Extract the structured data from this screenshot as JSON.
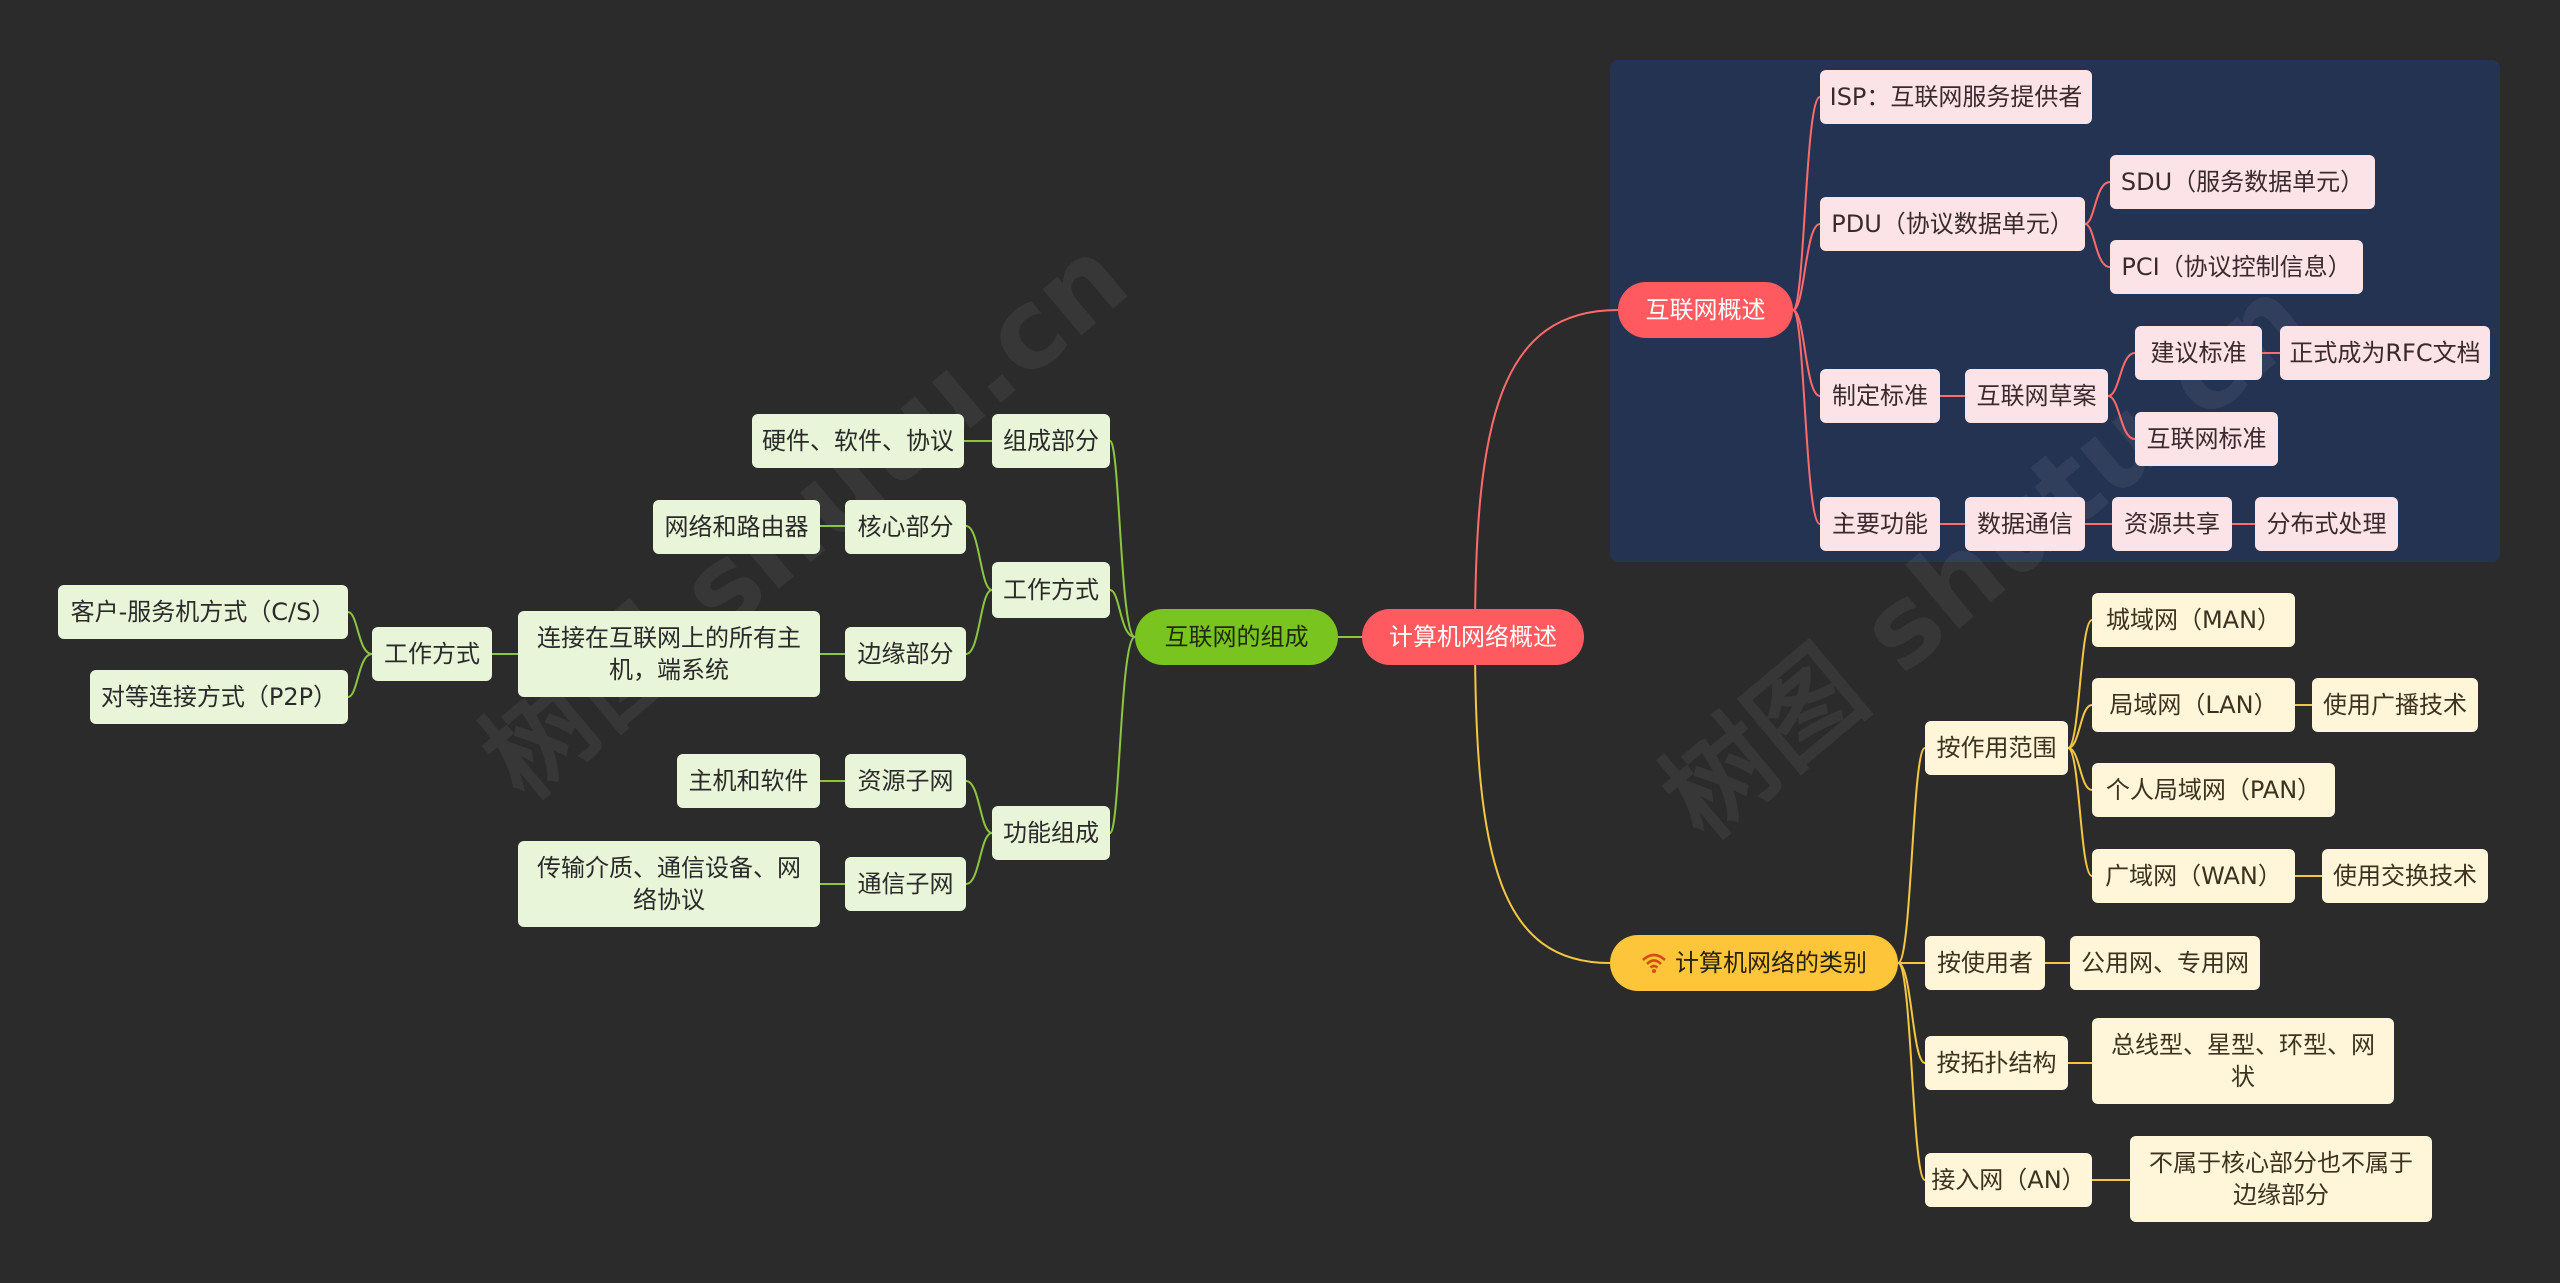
{
  "diagram": {
    "root": "计算机网络概述",
    "composition": {
      "title": "互联网的组成",
      "parts": {
        "label": "组成部分",
        "detail": "硬件、软件、协议"
      },
      "work_mode": {
        "label": "工作方式",
        "core": {
          "label": "核心部分",
          "detail": "网络和路由器"
        },
        "edge": {
          "label": "边缘部分",
          "detail": "连接在互联网上的所有主机，端系统",
          "work_mode_label": "工作方式",
          "modes": [
            "客户-服务机方式（C/S）",
            "对等连接方式（P2P）"
          ]
        }
      },
      "function": {
        "label": "功能组成",
        "resource": {
          "label": "资源子网",
          "detail": "主机和软件"
        },
        "communication": {
          "label": "通信子网",
          "detail": "传输介质、通信设备、网络协议"
        }
      }
    },
    "overview": {
      "title": "互联网概述",
      "isp": "ISP：互联网服务提供者",
      "pdu": {
        "label": "PDU（协议数据单元）",
        "sdu": "SDU（服务数据单元）",
        "pci": "PCI（协议控制信息）"
      },
      "standard": {
        "label": "制定标准",
        "draft": "互联网草案",
        "proposed": "建议标准",
        "rfc": "正式成为RFC文档",
        "internet_standard": "互联网标准"
      },
      "function": {
        "label": "主要功能",
        "chain": [
          "数据通信",
          "资源共享",
          "分布式处理"
        ]
      }
    },
    "categories": {
      "title": "计算机网络的类别",
      "by_range": {
        "label": "按作用范围",
        "man": "城域网（MAN）",
        "lan": "局域网（LAN）",
        "lan_note": "使用广播技术",
        "pan": "个人局域网（PAN）",
        "wan": "广域网（WAN）",
        "wan_note": "使用交换技术"
      },
      "by_user": {
        "label": "按使用者",
        "detail": "公用网、专用网"
      },
      "by_topology": {
        "label": "按拓扑结构",
        "detail": "总线型、星型、环型、网状"
      },
      "access": {
        "label": "接入网（AN）",
        "detail": "不属于核心部分也不属于边缘部分"
      }
    }
  },
  "watermark": "树图 shutu.cn",
  "colors": {
    "background": "#2b2b2b",
    "panel": "#253352",
    "green_line": "#8cc63f",
    "red_line": "#ff6b6b",
    "yellow_line": "#f3c744"
  }
}
